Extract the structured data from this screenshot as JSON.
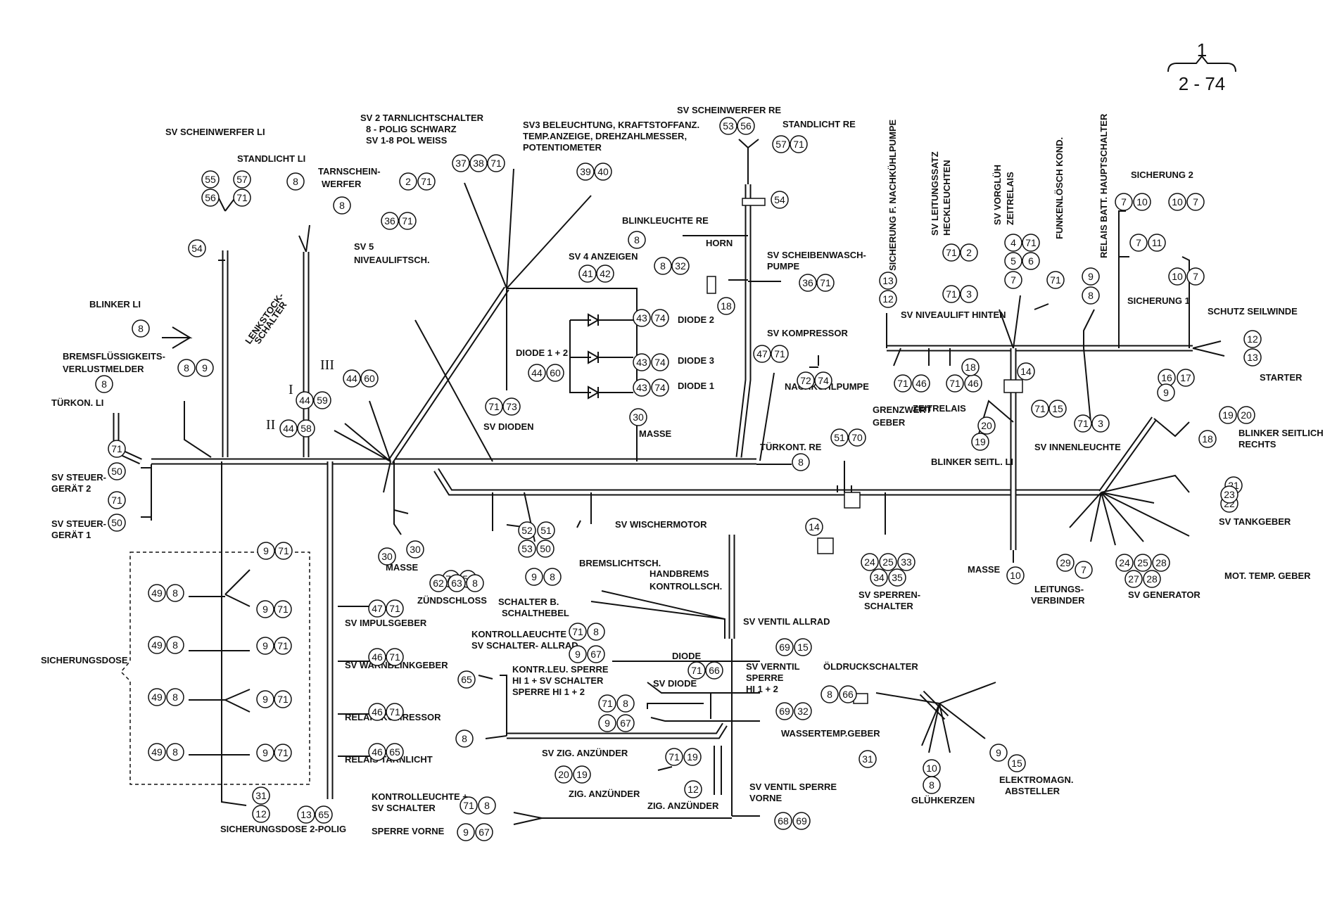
{
  "corner": {
    "top": "1",
    "bottom": "2 - 74"
  },
  "labels": [
    {
      "id": "sv-scheinwerfer-li",
      "text": "SV SCHEINWERFER LI"
    },
    {
      "id": "standlicht-li",
      "text": "STANDLICHT LI"
    },
    {
      "id": "tarnscheinwerfer-1",
      "text": "TARNSCHEIN-"
    },
    {
      "id": "tarnscheinwerfer-2",
      "text": "WERFER"
    },
    {
      "id": "sv2-1",
      "text": "SV 2 TARNLICHTSCHALTER"
    },
    {
      "id": "sv2-2",
      "text": "8 - POLIG SCHWARZ"
    },
    {
      "id": "sv2-3",
      "text": "SV 1-8 POL WEISS"
    },
    {
      "id": "sv3-1",
      "text": "SV3 BELEUCHTUNG, KRAFTSTOFFANZ."
    },
    {
      "id": "sv3-2",
      "text": "TEMP.ANZEIGE, DREHZAHLMESSER,"
    },
    {
      "id": "sv3-3",
      "text": "POTENTIOMETER"
    },
    {
      "id": "sv-scheinwerfer-re",
      "text": "SV SCHEINWERFER RE"
    },
    {
      "id": "standlicht-re",
      "text": "STANDLICHT RE"
    },
    {
      "id": "sv5-1",
      "text": "SV 5"
    },
    {
      "id": "sv5-2",
      "text": "NIVEAULIFTSCH."
    },
    {
      "id": "blinkleuchte-re",
      "text": "BLINKLEUCHTE RE"
    },
    {
      "id": "horn",
      "text": "HORN"
    },
    {
      "id": "sv4",
      "text": "SV 4 ANZEIGEN"
    },
    {
      "id": "scheibenwasch-1",
      "text": "SV SCHEIBENWASCH-"
    },
    {
      "id": "scheibenwasch-2",
      "text": "PUMPE"
    },
    {
      "id": "blinker-li",
      "text": "BLINKER LI"
    },
    {
      "id": "bremsfl-1",
      "text": "BREMSFLÜSSIGKEITS-"
    },
    {
      "id": "bremsfl-2",
      "text": "VERLUSTMELDER"
    },
    {
      "id": "tuerkon-li",
      "text": "TÜRKON. LI"
    },
    {
      "id": "lenkstock-1",
      "text": "LENKSTOCK-"
    },
    {
      "id": "lenkstock-2",
      "text": "SCHALTER"
    },
    {
      "id": "diode2",
      "text": "DIODE 2"
    },
    {
      "id": "diode3",
      "text": "DIODE 3"
    },
    {
      "id": "diode1",
      "text": "DIODE 1"
    },
    {
      "id": "diode12",
      "text": "DIODE 1 + 2"
    },
    {
      "id": "sv-dioden",
      "text": "SV DIODEN"
    },
    {
      "id": "sv-kompressor",
      "text": "SV KOMPRESSOR"
    },
    {
      "id": "nachkuehlpumpe",
      "text": "NACHKÜHLPUMPE"
    },
    {
      "id": "grenzwert-1",
      "text": "GRENZWERT"
    },
    {
      "id": "grenzwert-2",
      "text": "GEBER"
    },
    {
      "id": "masse-top",
      "text": "MASSE"
    },
    {
      "id": "tuerkont-re",
      "text": "TÜRKONT. RE"
    },
    {
      "id": "sv-steuer2-1",
      "text": "SV STEUER-"
    },
    {
      "id": "sv-steuer2-2",
      "text": "GERÄT 2"
    },
    {
      "id": "sv-steuer1-1",
      "text": "SV STEUER-"
    },
    {
      "id": "sv-steuer1-2",
      "text": "GERÄT 1"
    },
    {
      "id": "sicherung-nachkuehl",
      "text": "SICHERUNG F. NACHKÜHLPUMPE"
    },
    {
      "id": "sv-leitungssatz-1",
      "text": "SV LEITUNGSSATZ"
    },
    {
      "id": "sv-leitungssatz-2",
      "text": "HECKLEUCHTEN"
    },
    {
      "id": "sv-vorglueh-1",
      "text": "SV VORGLÜH"
    },
    {
      "id": "sv-vorglueh-2",
      "text": "ZEITRELAIS"
    },
    {
      "id": "funkenloesch",
      "text": "FUNKENLÖSCH KOND."
    },
    {
      "id": "relais-batt",
      "text": "RELAIS BATT. HAUPTSCHALTER"
    },
    {
      "id": "sicherung2",
      "text": "SICHERUNG 2"
    },
    {
      "id": "sicherung1",
      "text": "SICHERUNG 1"
    },
    {
      "id": "schutz-seilwinde",
      "text": "SCHUTZ SEILWINDE"
    },
    {
      "id": "sv-niveaulift-hinten",
      "text": "SV NIVEAULIFT HINTEN"
    },
    {
      "id": "zeitrelais",
      "text": "ZEITRELAIS"
    },
    {
      "id": "starter",
      "text": "STARTER"
    },
    {
      "id": "blinker-seitl-li",
      "text": "BLINKER SEITL. LI"
    },
    {
      "id": "sv-innenleuchte",
      "text": "SV INNENLEUCHTE"
    },
    {
      "id": "blinker-seitl-re-1",
      "text": "BLINKER SEITLICH"
    },
    {
      "id": "blinker-seitl-re-2",
      "text": "RECHTS"
    },
    {
      "id": "sv-tankgeber",
      "text": "SV TANKGEBER"
    },
    {
      "id": "mot-temp",
      "text": "MOT. TEMP. GEBER"
    },
    {
      "id": "sv-generator",
      "text": "SV GENERATOR"
    },
    {
      "id": "leitungsverb-1",
      "text": "LEITUNGS-"
    },
    {
      "id": "leitungsverb-2",
      "text": "VERBINDER"
    },
    {
      "id": "masse-right",
      "text": "MASSE"
    },
    {
      "id": "sv-sperren-1",
      "text": "SV SPERREN-"
    },
    {
      "id": "sv-sperren-2",
      "text": "SCHALTER"
    },
    {
      "id": "sv-wischermotor",
      "text": "SV WISCHERMOTOR"
    },
    {
      "id": "masse-left",
      "text": "MASSE"
    },
    {
      "id": "bremslicht-1",
      "text": "BREMSLICHTSCH."
    },
    {
      "id": "bremslicht-2",
      "text": "HANDBREMS"
    },
    {
      "id": "bremslicht-3",
      "text": "KONTROLLSCH."
    },
    {
      "id": "zuendschloss",
      "text": "ZÜNDSCHLOSS"
    },
    {
      "id": "schalter-b-1",
      "text": "SCHALTER B."
    },
    {
      "id": "schalter-b-2",
      "text": "SCHALTHEBEL"
    },
    {
      "id": "sv-ventil-allrad",
      "text": "SV VENTIL ALLRAD"
    },
    {
      "id": "kontroll-allrad-1",
      "text": "KONTROLLAEUCHTE +"
    },
    {
      "id": "kontroll-allrad-2",
      "text": "SV SCHALTER- ALLRAD"
    },
    {
      "id": "diode",
      "text": "DIODE"
    },
    {
      "id": "sv-diode",
      "text": "SV DIODE"
    },
    {
      "id": "kontr-sperre-1",
      "text": "KONTR.LEU. SPERRE"
    },
    {
      "id": "kontr-sperre-2",
      "text": "HI 1 + SV SCHALTER"
    },
    {
      "id": "kontr-sperre-3",
      "text": "SPERRE HI 1 + 2"
    },
    {
      "id": "sv-ventil-sperre-1",
      "text": "SV VERNTIL"
    },
    {
      "id": "sv-ventil-sperre-2",
      "text": "SPERRE"
    },
    {
      "id": "sv-ventil-sperre-3",
      "text": "HI 1 + 2"
    },
    {
      "id": "oeldruck",
      "text": "ÖLDRUCKSCHALTER"
    },
    {
      "id": "wassertemp",
      "text": "WASSERTEMP.GEBER"
    },
    {
      "id": "sv-zig-1",
      "text": "SV ZIG. ANZÜNDER"
    },
    {
      "id": "zig-1",
      "text": "ZIG. ANZÜNDER"
    },
    {
      "id": "zig-2",
      "text": "ZIG. ANZÜNDER"
    },
    {
      "id": "elektromagn-1",
      "text": "ELEKTROMAGN."
    },
    {
      "id": "elektromagn-2",
      "text": "ABSTELLER"
    },
    {
      "id": "gluehkerzen",
      "text": "GLÜHKERZEN"
    },
    {
      "id": "sv-impulsgeber",
      "text": "SV IMPULSGEBER"
    },
    {
      "id": "sv-warnblink",
      "text": "SV WARNBLINKGEBER"
    },
    {
      "id": "relais-kompressor",
      "text": "RELAIS KOMRESSOR"
    },
    {
      "id": "relais-tarnlicht",
      "text": "RELAIS TARNLICHT"
    },
    {
      "id": "sicherungsdose",
      "text": "SICHERUNGSDOSE"
    },
    {
      "id": "sicherungsdose-2",
      "text": "SICHERUNGSDOSE 2-POLIG"
    },
    {
      "id": "kontroll-vorne-1",
      "text": "KONTROLLEUCHTE +"
    },
    {
      "id": "kontroll-vorne-2",
      "text": "SV SCHALTER"
    },
    {
      "id": "sperre-vorne",
      "text": "SPERRE VORNE"
    },
    {
      "id": "sv-ventil-vorne-1",
      "text": "SV VENTIL SPERRE"
    },
    {
      "id": "sv-ventil-vorne-2",
      "text": "VORNE"
    },
    {
      "id": "roman-3",
      "text": "III"
    },
    {
      "id": "roman-1",
      "text": "I"
    },
    {
      "id": "roman-2",
      "text": "II"
    }
  ],
  "wire_numbers": [
    "55",
    "57",
    "56",
    "71",
    "8",
    "8",
    "54",
    "2",
    "71",
    "37",
    "38",
    "71",
    "39",
    "40",
    "53",
    "56",
    "57",
    "71",
    "54",
    "36",
    "71",
    "8",
    "8",
    "32",
    "41",
    "42",
    "36",
    "71",
    "18",
    "8",
    "8",
    "9",
    "8",
    "71",
    "50",
    "71",
    "50",
    "43",
    "74",
    "43",
    "74",
    "43",
    "74",
    "44",
    "60",
    "44",
    "60",
    "44",
    "59",
    "44",
    "58",
    "71",
    "73",
    "30",
    "47",
    "71",
    "72",
    "74",
    "8",
    "51",
    "70",
    "13",
    "12",
    "71",
    "2",
    "71",
    "3",
    "4",
    "71",
    "5",
    "6",
    "7",
    "71",
    "9",
    "8",
    "7",
    "10",
    "10",
    "7",
    "7",
    "11",
    "10",
    "7",
    "12",
    "13",
    "71",
    "46",
    "71",
    "46",
    "18",
    "14",
    "16",
    "17",
    "9",
    "20",
    "19",
    "71",
    "15",
    "71",
    "3",
    "19",
    "20",
    "18",
    "21",
    "22",
    "23",
    "29",
    "7",
    "24",
    "25",
    "28",
    "27",
    "28",
    "10",
    "14",
    "24",
    "25",
    "33",
    "34",
    "35",
    "30",
    "30",
    "52",
    "51",
    "53",
    "50",
    "71",
    "51",
    "62",
    "63",
    "8",
    "9",
    "8",
    "9",
    "71",
    "49",
    "8",
    "9",
    "71",
    "49",
    "8",
    "9",
    "71",
    "49",
    "8",
    "9",
    "71",
    "49",
    "8",
    "9",
    "71",
    "47",
    "71",
    "46",
    "71",
    "46",
    "71",
    "46",
    "65",
    "71",
    "8",
    "9",
    "67",
    "69",
    "15",
    "71",
    "66",
    "65",
    "71",
    "8",
    "9",
    "67",
    "69",
    "32",
    "8",
    "66",
    "8",
    "31",
    "10",
    "8",
    "9",
    "15",
    "71",
    "19",
    "20",
    "19",
    "12",
    "31",
    "12",
    "13",
    "65",
    "71",
    "8",
    "9",
    "67",
    "68",
    "69"
  ]
}
